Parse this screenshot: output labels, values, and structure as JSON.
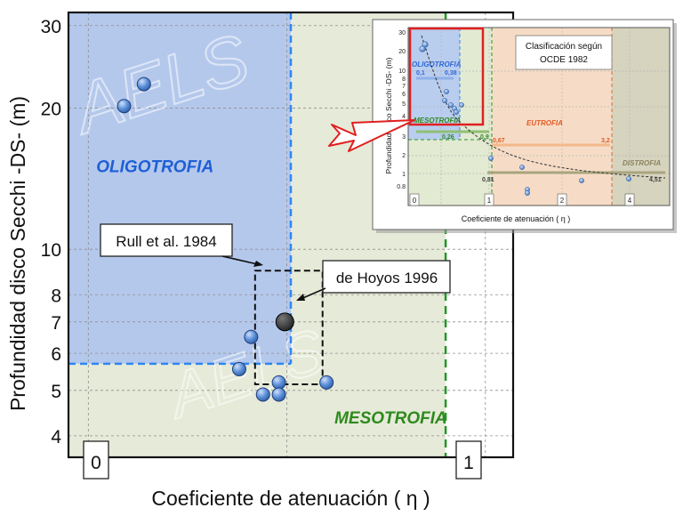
{
  "chart_data": [
    {
      "type": "scatter",
      "xlabel": "Coeficiente de atenuación ( η )",
      "ylabel": "Profundidad disco Secchi -DS- (m)",
      "x_scale": "linear",
      "y_scale": "log",
      "xlim": [
        -0.05,
        1.07
      ],
      "ylim": [
        3.6,
        32
      ],
      "x_ticks": [
        0,
        1
      ],
      "y_ticks": [
        4,
        5,
        6,
        7,
        8,
        10,
        20,
        30
      ],
      "grid": true,
      "zones": [
        {
          "name": "OLIGOTROFIA",
          "x_max": 0.51,
          "y_min": 5.7,
          "color": "#b4c8ec",
          "label_color": "#1f5fd6"
        },
        {
          "name": "MESOTROFIA",
          "x_max": 0.9,
          "y_min": 3.6,
          "color": "#e6ead8",
          "label_color": "#2e8a1e"
        }
      ],
      "points": [
        {
          "x": 0.14,
          "y": 22.5
        },
        {
          "x": 0.09,
          "y": 20.2
        },
        {
          "x": 0.41,
          "y": 6.5
        },
        {
          "x": 0.38,
          "y": 5.55
        },
        {
          "x": 0.48,
          "y": 5.2
        },
        {
          "x": 0.6,
          "y": 5.2
        },
        {
          "x": 0.44,
          "y": 4.9
        },
        {
          "x": 0.48,
          "y": 4.9
        }
      ],
      "highlight_point": {
        "x": 0.495,
        "y": 7.0,
        "label": "Rull et al. 1984"
      },
      "highlight_box": {
        "x": [
          0.42,
          0.59
        ],
        "y": [
          5.15,
          9.0
        ],
        "label": "de Hoyos 1996"
      },
      "watermark": "AELS",
      "series_color": "#5b8fd8"
    },
    {
      "type": "scatter",
      "title": "Clasificación según\nOCDE 1982",
      "xlabel": "Coeficiente de atenuación ( η )",
      "ylabel": "Profundidad disco Secchi -DS- (m)",
      "y_scale": "log",
      "x_ticks": [
        0,
        1,
        2,
        4
      ],
      "y_ticks": [
        0.8,
        1,
        2,
        3,
        4,
        5,
        6,
        7,
        8,
        10,
        20,
        30
      ],
      "zones": [
        {
          "name": "OLIGOTROFIA",
          "range_labels": [
            "0,1",
            "0,38"
          ],
          "color": "#b9cdee",
          "label_color": "#2e67d8"
        },
        {
          "name": "MESOTROFIA",
          "range_labels": [
            "0,26",
            "0,9"
          ],
          "color": "#e3ead2",
          "label_color": "#2e8a1e"
        },
        {
          "name": "EUTROFIA",
          "range_labels": [
            "0,67",
            "3,2"
          ],
          "color": "#f6dcc6",
          "label_color": "#e35a25"
        },
        {
          "name": "DISTROFIA",
          "range_labels": [
            "0,81",
            "4,51"
          ],
          "color": "#d6d3be",
          "label_color": "#8a8460"
        }
      ],
      "points_desc": "same series as main chart plus points up to η≈4"
    }
  ]
}
